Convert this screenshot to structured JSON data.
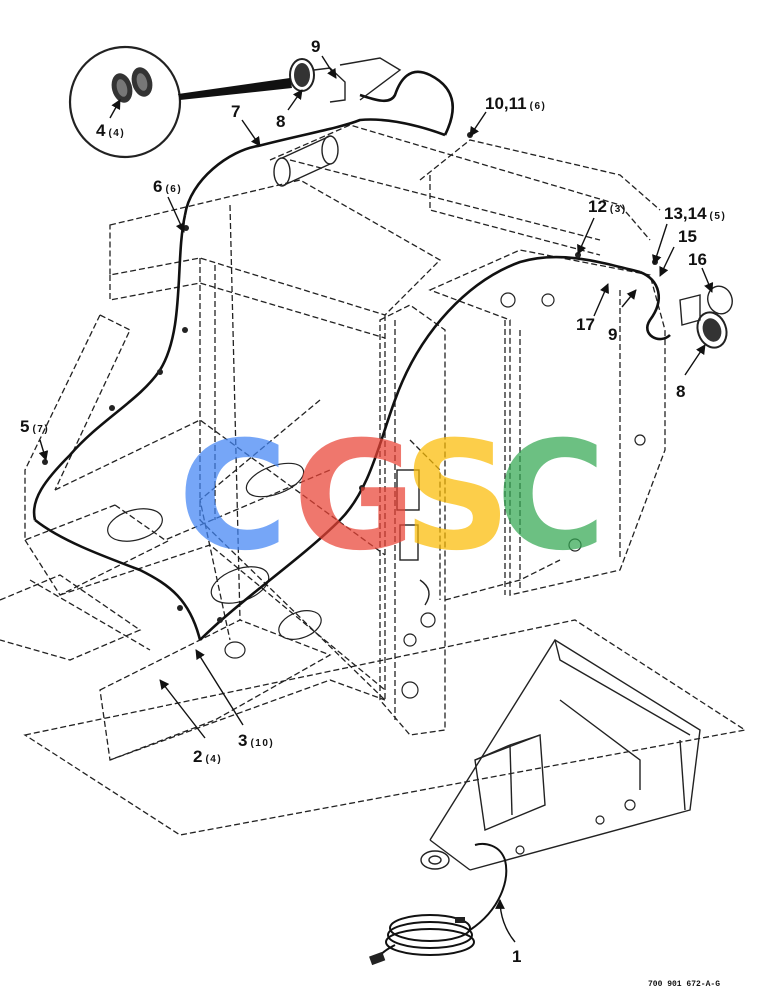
{
  "callouts": [
    {
      "num": "1",
      "qty": ""
    },
    {
      "num": "2",
      "qty": "(4)"
    },
    {
      "num": "3",
      "qty": "(10)"
    },
    {
      "num": "4",
      "qty": "(4)"
    },
    {
      "num": "5",
      "qty": "(7)"
    },
    {
      "num": "6",
      "qty": "(6)"
    },
    {
      "num": "7",
      "qty": ""
    },
    {
      "num": "8",
      "qty": ""
    },
    {
      "num": "8",
      "qty": ""
    },
    {
      "num": "9",
      "qty": ""
    },
    {
      "num": "9",
      "qty": ""
    },
    {
      "num": "10,11",
      "qty": "(6)"
    },
    {
      "num": "12",
      "qty": "(3)"
    },
    {
      "num": "13,14",
      "qty": "(5)"
    },
    {
      "num": "15",
      "qty": ""
    },
    {
      "num": "16",
      "qty": ""
    },
    {
      "num": "17",
      "qty": ""
    }
  ],
  "watermark": {
    "letters": [
      "C",
      "G",
      "S",
      "C"
    ],
    "colors": [
      "#4285f4",
      "#ea4335",
      "#fbbc05",
      "#34a853"
    ]
  },
  "drawing_ref": "700 901 672-A-G"
}
